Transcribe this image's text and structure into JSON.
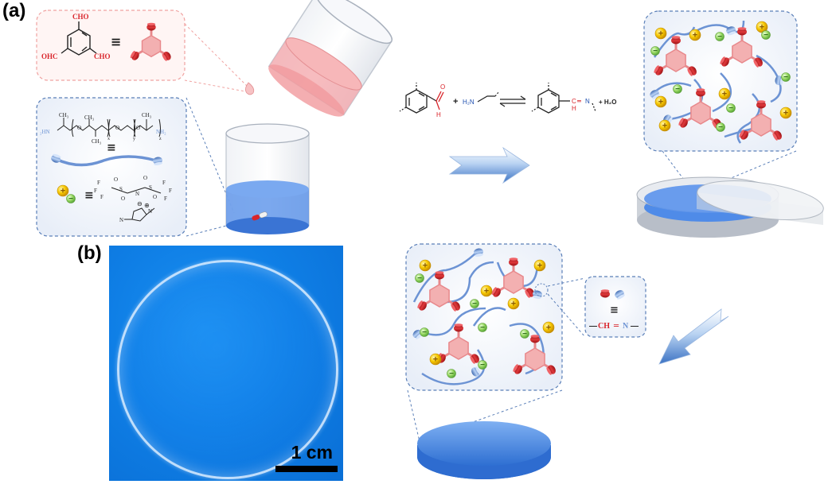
{
  "panels": {
    "a_label": "(a)",
    "b_label": "(b)"
  },
  "aldehyde_legend": {
    "substituents": [
      "CHO",
      "OHC",
      "CHO"
    ],
    "equiv": "≡"
  },
  "reagent_legend": {
    "ch3_labels": [
      "CH₃",
      "CH₃",
      "CH₃",
      "CH₃"
    ],
    "end_labels": [
      "₂HN",
      "NH₂"
    ],
    "oxygens": [
      "O",
      "O",
      "O"
    ],
    "subscripts": [
      "x",
      "y",
      "z"
    ],
    "equiv_1": "≡",
    "equiv_2": "≡",
    "ionic_liquid_atoms": [
      "F",
      "F",
      "F",
      "S",
      "O",
      "O",
      "N",
      "S",
      "O",
      "O",
      "F",
      "F",
      "F",
      "N",
      "N"
    ],
    "charge_minus": "⊖",
    "charge_plus": "⊕"
  },
  "reaction": {
    "plus_1": "+",
    "amine": "H₂N",
    "aldehyde_o": "O",
    "aldehyde_h": "H",
    "imine_c": "C",
    "imine_eq": "═",
    "imine_n": "N",
    "imine_h": "H",
    "water": "+ H₂O"
  },
  "imine_legend": {
    "equiv": "≡",
    "ch": "CH",
    "eq": "═",
    "n": "N",
    "dash_l": "—",
    "dash_r": "—"
  },
  "scale_bar": "1 cm",
  "colors": {
    "aldehyde": "#d9252b",
    "amine": "#6c93d4",
    "ring": "#f2a2a4",
    "cation": "#f5c200",
    "anion": "#8fd15c",
    "solution": "#4f8be8",
    "photo_bg": "#0f7fe6"
  }
}
